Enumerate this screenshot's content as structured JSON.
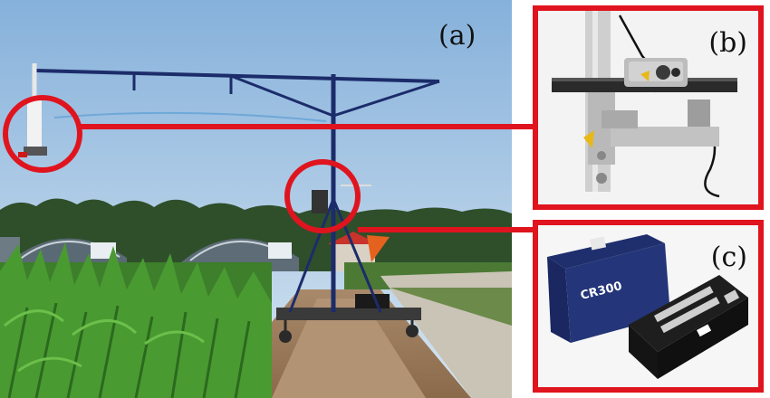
{
  "panels": {
    "a": {
      "label": "(a)"
    },
    "b": {
      "label": "(b)"
    },
    "c": {
      "label": "(c)",
      "product_label": "CR300"
    }
  },
  "colors": {
    "highlight": "#e0141e",
    "sky_top": "#8fb6dc",
    "sky_bottom": "#cfe0ef",
    "crop_green": "#3f8a2b",
    "tree_dark": "#2e4d2a",
    "soil": "#9c7e5c",
    "frame_blue": "#1c2c6a"
  }
}
